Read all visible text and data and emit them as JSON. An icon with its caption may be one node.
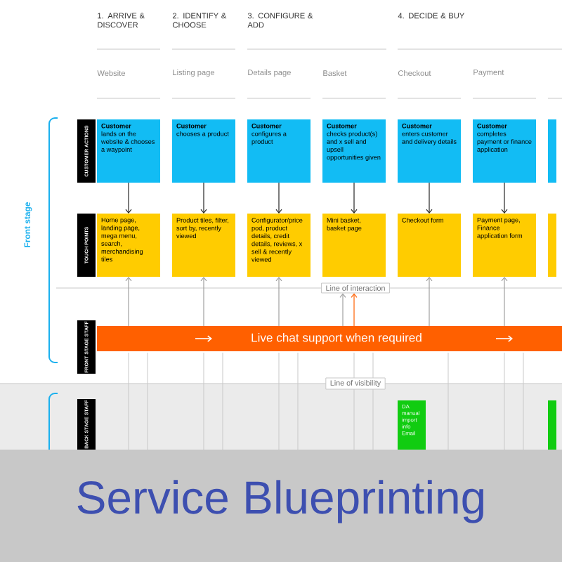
{
  "diagram": {
    "title": "Service Blueprinting",
    "nodes": [
      {
        "text": [
          "CUSTOMER ACTIONS"
        ]
      },
      {
        "text": [
          "Customer",
          "lands on the website & chooses a waypoint"
        ]
      },
      {
        "text": [
          "Customer",
          "chooses a product"
        ]
      },
      {
        "text": [
          "Customer",
          "configures a product"
        ]
      },
      {
        "text": [
          "Customer",
          "checks product(s) and x sell and upsell opportunities given"
        ]
      },
      {
        "text": [
          "Customer",
          "enters customer and delivery details"
        ]
      },
      {
        "text": [
          "Customer",
          "completes payment or finance application"
        ]
      },
      {
        "text": [],
        "shape": "box"
      },
      {
        "text": [
          "TOUCH POINTS"
        ]
      },
      {
        "text": [
          "Home page, landing page, mega menu, search, merchandising tiles"
        ]
      },
      {
        "text": [
          "Product tiles, filter, sort by, recently viewed"
        ]
      },
      {
        "text": [
          "Configurator/price pod, product details, credit details, reviews, x sell & recently viewed"
        ]
      },
      {
        "text": [
          "Mini basket, basket page"
        ]
      },
      {
        "text": [
          "Checkout form"
        ]
      },
      {
        "text": [
          "Payment page, Finance application form"
        ]
      },
      {
        "text": [],
        "shape": "box"
      },
      {
        "text": [
          "Line of interaction"
        ]
      },
      {
        "text": [
          "FRONT STAGE STAFF"
        ]
      },
      {
        "text": [
          "Live chat support when required"
        ]
      },
      {
        "text": [
          "Line of visibility"
        ]
      },
      {
        "text": [
          "BACK STAGE STAFF"
        ]
      },
      {
        "text": [
          "DA manual import info Email"
        ]
      },
      {
        "text": [],
        "shape": "box"
      }
    ],
    "edges": [
      {
        "from": 1,
        "to": 9,
        "arrow": "to"
      },
      {
        "from": 2,
        "to": 10,
        "arrow": "to"
      },
      {
        "from": 3,
        "to": 11,
        "arrow": "to"
      },
      {
        "from": 4,
        "to": 12,
        "arrow": "to"
      },
      {
        "from": 5,
        "to": 13,
        "arrow": "to"
      },
      {
        "from": 6,
        "to": 14,
        "arrow": "to"
      },
      {
        "from": 18,
        "to": 9,
        "arrow": "to",
        "color": "#a0a0a0"
      },
      {
        "from": 18,
        "to": 10,
        "arrow": "to",
        "color": "#a0a0a0"
      },
      {
        "from": 18,
        "to": 11,
        "arrow": "to",
        "color": "#a0a0a0"
      },
      {
        "from": 18,
        "to": 13,
        "arrow": "to",
        "color": "#a0a0a0"
      },
      {
        "from": 18,
        "to": 14,
        "arrow": "to",
        "color": "#a0a0a0"
      },
      {
        "from": 18,
        "to": 16,
        "arrow": "to",
        "color": "#a0a0a0"
      },
      {
        "from": 18,
        "to": 16,
        "arrow": "to",
        "color": "#ff6000"
      }
    ],
    "labels": [
      "1. ARRIVE & DISCOVER",
      "2. IDENTIFY & CHOOSE",
      "3. CONFIGURE & ADD",
      "4. DECIDE & BUY",
      "Website",
      "Listing page",
      "Details page",
      "Basket",
      "Checkout",
      "Payment",
      "Front stage"
    ]
  }
}
